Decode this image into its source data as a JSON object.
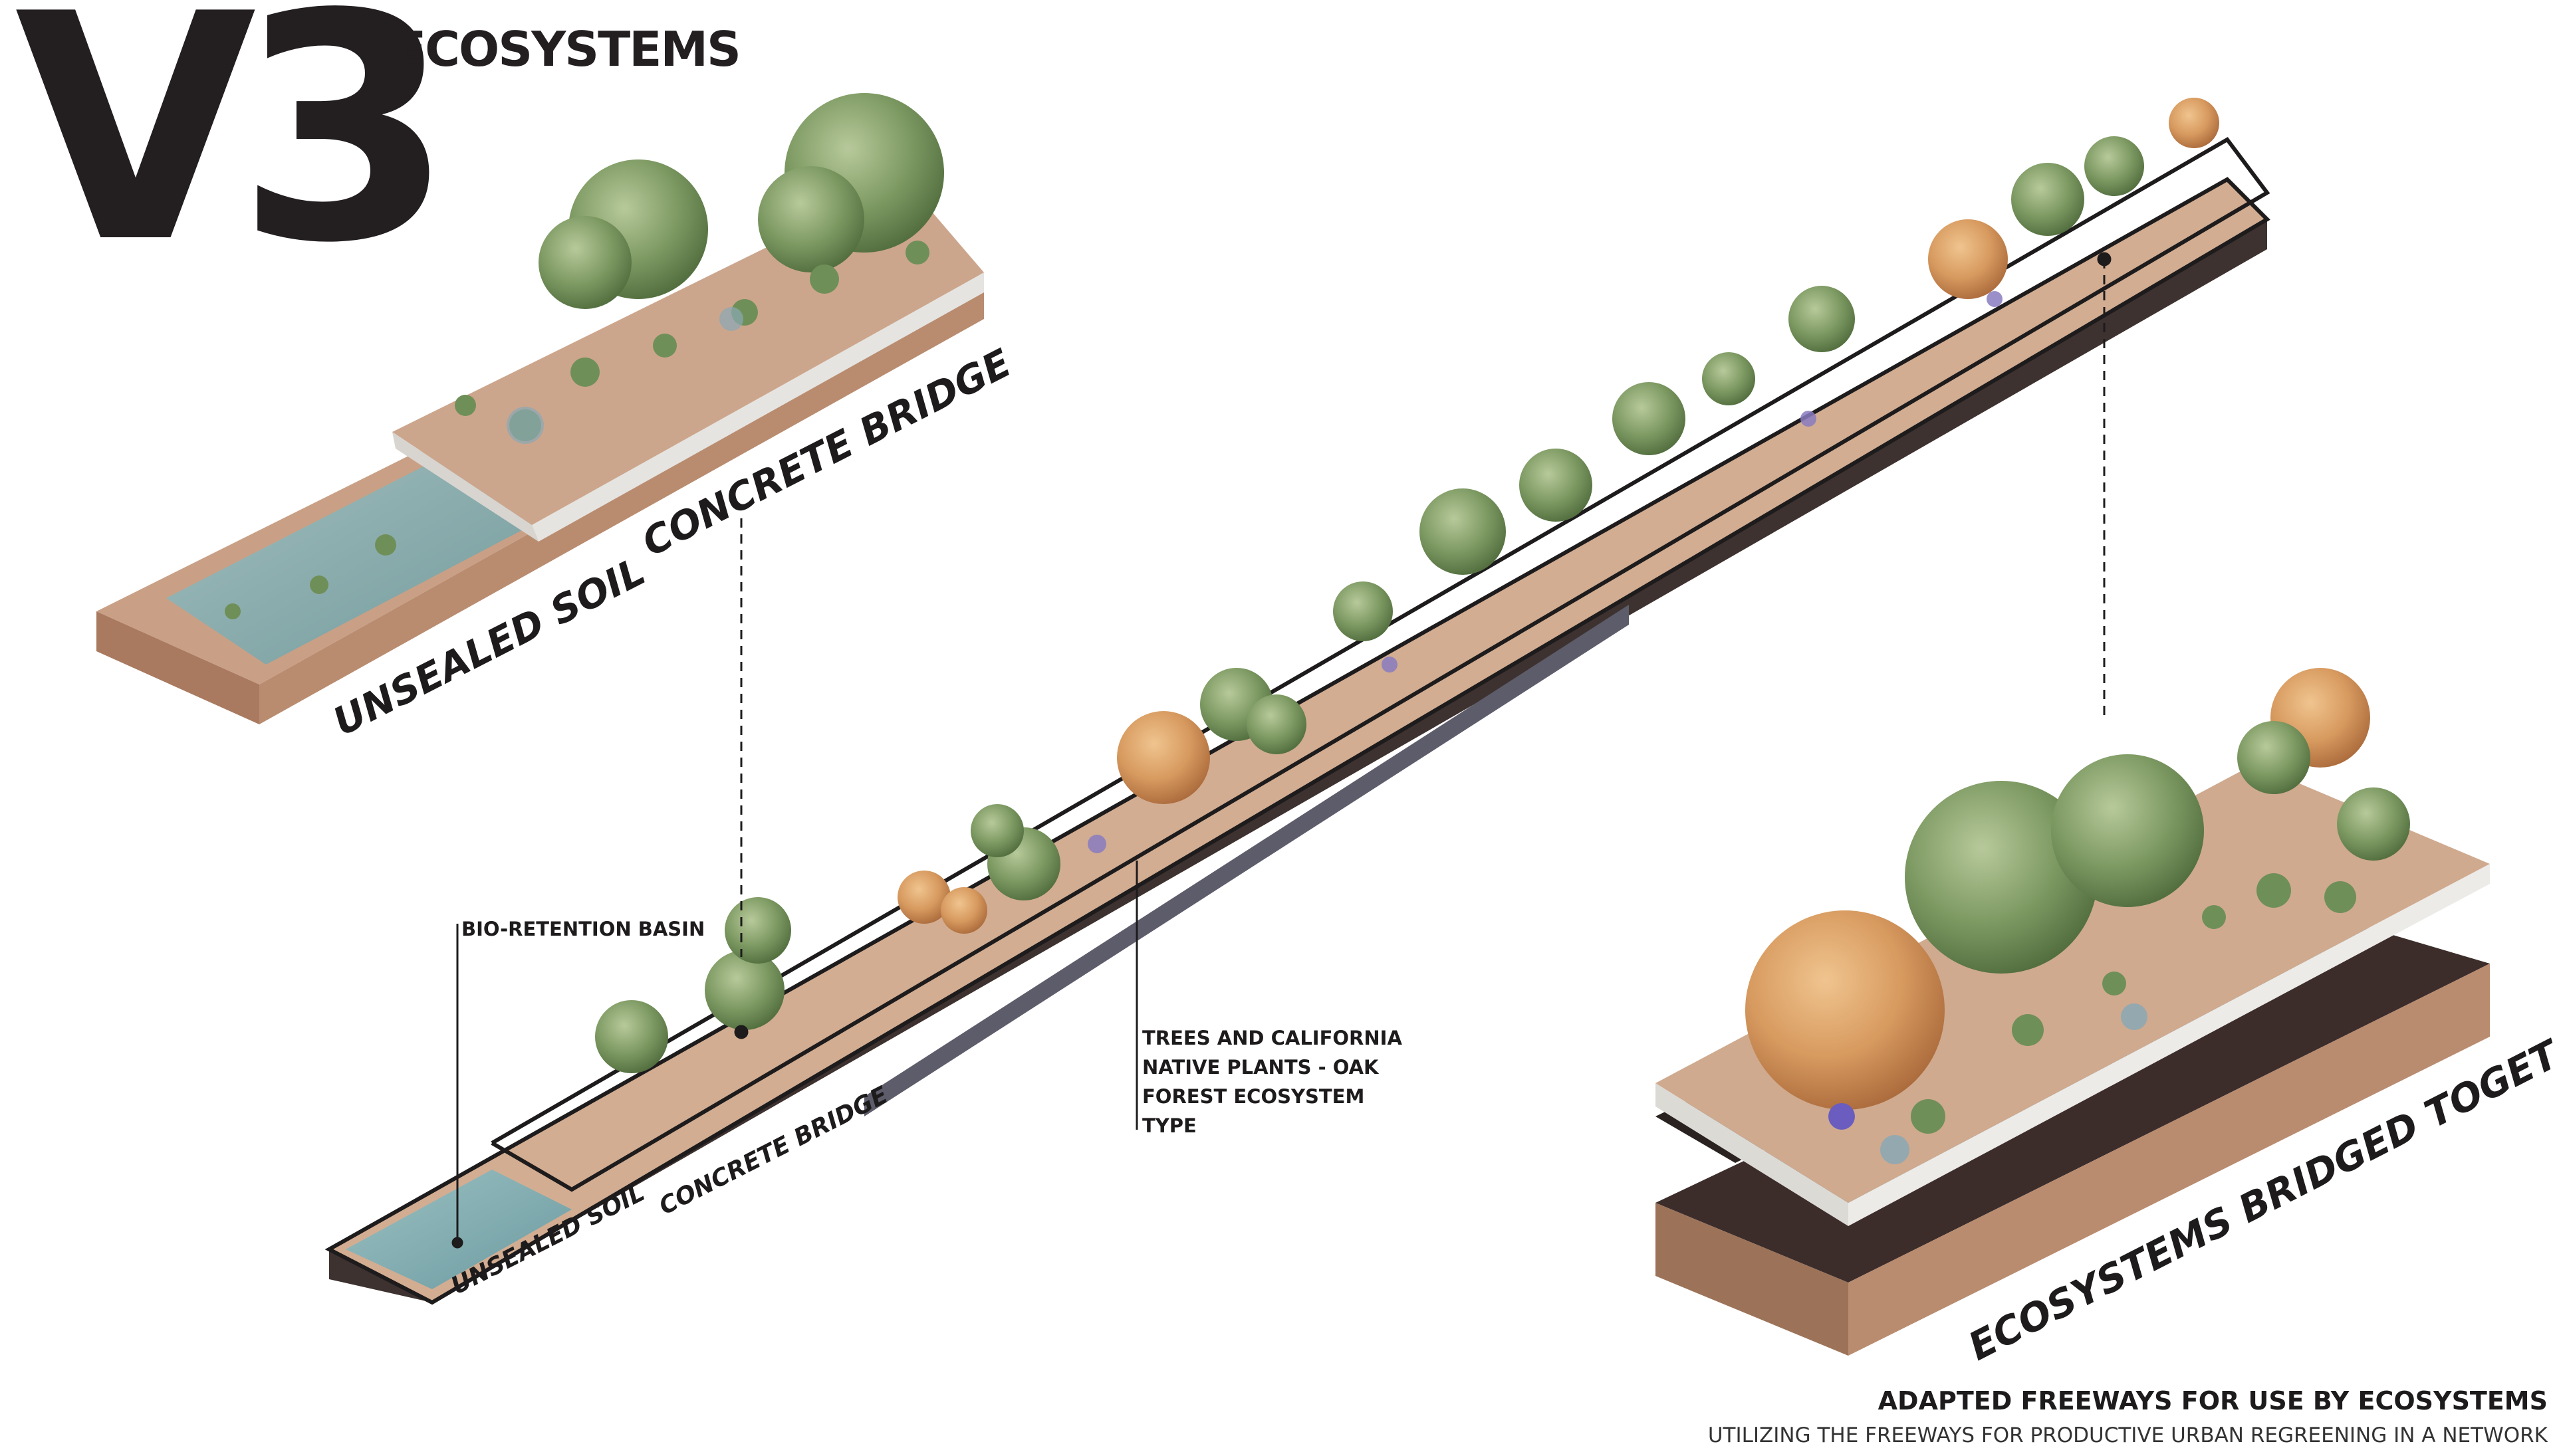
{
  "title": {
    "code": "V3",
    "heading": "ECOSYSTEMS"
  },
  "detail_top_left": {
    "label_bridge": "CONCRETE BRIDGE",
    "label_soil": "UNSEALED SOIL"
  },
  "main_corridor": {
    "label_bridge": "CONCRETE BRIDGE",
    "label_soil": "UNSEALED SOIL",
    "annotation_basin": "BIO-RETENTION BASIN",
    "annotation_trees": [
      "TREES AND CALIFORNIA",
      "NATIVE PLANTS - OAK",
      "FOREST ECOSYSTEM",
      "TYPE"
    ]
  },
  "detail_bottom_right": {
    "label": "ECOSYSTEMS BRIDGED TOGETHER"
  },
  "footer": {
    "title": "ADAPTED FREEWAYS FOR USE BY ECOSYSTEMS",
    "subtitle": "UTILIZING THE FREEWAYS FOR PRODUCTIVE URBAN REGREENING IN A NETWORK"
  },
  "colors": {
    "soil": "#c89f85",
    "soil_side": "#b07f63",
    "water": "#7fa9ad",
    "slab": "#e6e4e0",
    "tree_green": "#7e9a63",
    "tree_autumn": "#d79a5f",
    "ink": "#1d1b1c"
  }
}
